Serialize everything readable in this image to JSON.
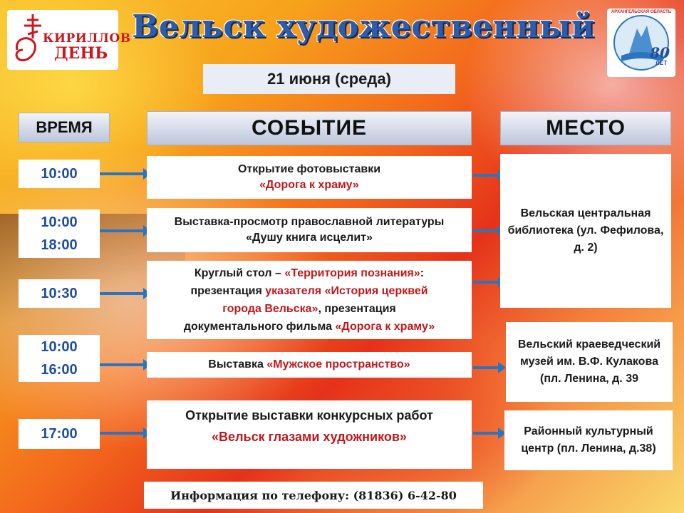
{
  "title": "Вельск художественный",
  "date": "21 июня (среда)",
  "headers": {
    "time": "ВРЕМЯ",
    "event": "СОБЫТИЕ",
    "place": "МЕСТО"
  },
  "logo_left": {
    "line1": "КИРИЛЛОВ",
    "line2": "ДЕНЬ",
    "icon": "orthodox-cross-icon"
  },
  "logo_right": {
    "text": "АРХАНГЕЛЬСКАЯ ОБЛАСТЬ",
    "number": "80",
    "suffix": "ЛЕТ",
    "icon": "region-emblem-icon"
  },
  "times": [
    {
      "lines": [
        "10:00"
      ]
    },
    {
      "lines": [
        "10:00",
        "18:00"
      ]
    },
    {
      "lines": [
        "10:30"
      ]
    },
    {
      "lines": [
        "10:00",
        "16:00"
      ]
    },
    {
      "lines": [
        "17:00"
      ]
    }
  ],
  "events": [
    {
      "plain": "Открытие фотовыставки",
      "red": "«Дорога к храму»"
    },
    {
      "plain": "Выставка-просмотр православной литературы",
      "plain2": "«Душу книга исцелит»"
    },
    {
      "l1a": "Круглый стол – ",
      "l1b": "«Территория познания»",
      "l1c": ":",
      "l2a": "презентация ",
      "l2b": "указателя «История церквей",
      "l3a": "города Вельска»",
      "l3b": ", презентация",
      "l4": "документального фильма",
      "l5": "«Дорога к храму»"
    },
    {
      "plain": "Выставка ",
      "red": "«Мужское пространство»"
    },
    {
      "plain": "Открытие выставки конкурсных работ",
      "red": "«Вельск глазами художников»"
    }
  ],
  "places": [
    "Вельская центральная библиотека (ул. Фефилова, д. 2)",
    "Вельский краеведческий музей им. В.Ф. Кулакова (пл. Ленина, д. 39",
    "Районный культурный центр (пл. Ленина, д.38)"
  ],
  "footer": "Информация по телефону: (81836) 6-42-80",
  "colors": {
    "accent": "#2a74c0",
    "time_text": "#1f4e9c",
    "red_text": "#c0181c"
  }
}
